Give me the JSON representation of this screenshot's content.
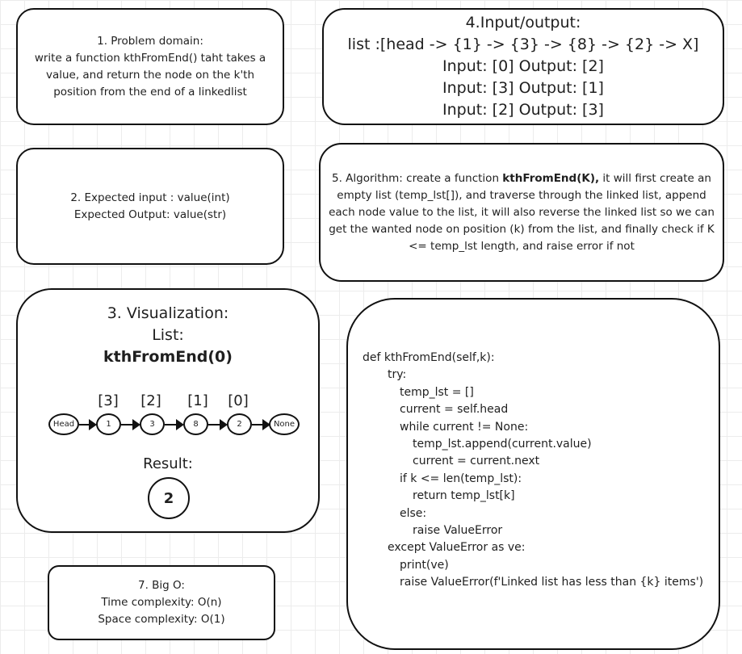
{
  "problem_domain": {
    "lines": [
      "1. Problem domain:",
      "write a function kthFromEnd() taht takes a",
      "value, and return the node on the k'th",
      "position from the end of a linkedlist"
    ]
  },
  "input_output": {
    "lines": [
      "4.Input/output:",
      "list :[head -> {1} -> {3} -> {8} -> {2} -> X]",
      "Input: [0] Output: [2]",
      "Input: [3] Output: [1]",
      "Input: [2] Output: [3]"
    ]
  },
  "expected": {
    "lines": [
      "2. Expected input : value(int)",
      "Expected Output: value(str)"
    ]
  },
  "algorithm": {
    "prefix": "5. Algorithm: create a function ",
    "bold": "kthFromEnd(K),",
    "suffix": " it will first create an empty list (temp_lst[]), and traverse through the linked list, append each node value to the list, it will also reverse the linked list so we can get the wanted node on position (k) from the list, and finally check if K <= temp_lst length, and raise error if not"
  },
  "visualization": {
    "title": "3. Visualization:",
    "subtitle": "List:",
    "call": "kthFromEnd(0)",
    "indices": [
      "[3]",
      "[2]",
      "[1]",
      "[0]"
    ],
    "nodes": [
      "Head",
      "1",
      "3",
      "8",
      "2",
      "None"
    ],
    "result_label": "Result:",
    "result_value": "2"
  },
  "code": {
    "lines": [
      "def kthFromEnd(self,k):",
      "try:",
      "temp_lst = []",
      "current = self.head",
      "while current != None:",
      "temp_lst.append(current.value)",
      "current = current.next",
      "if k <= len(temp_lst):",
      "return temp_lst[k]",
      "else:",
      "raise ValueError",
      "except ValueError as ve:",
      "print(ve)",
      "raise ValueError(f'Linked list has less than {k} items')"
    ]
  },
  "big_o": {
    "lines": [
      "7. Big O:",
      "Time complexity: O(n)",
      "Space complexity: O(1)"
    ]
  }
}
